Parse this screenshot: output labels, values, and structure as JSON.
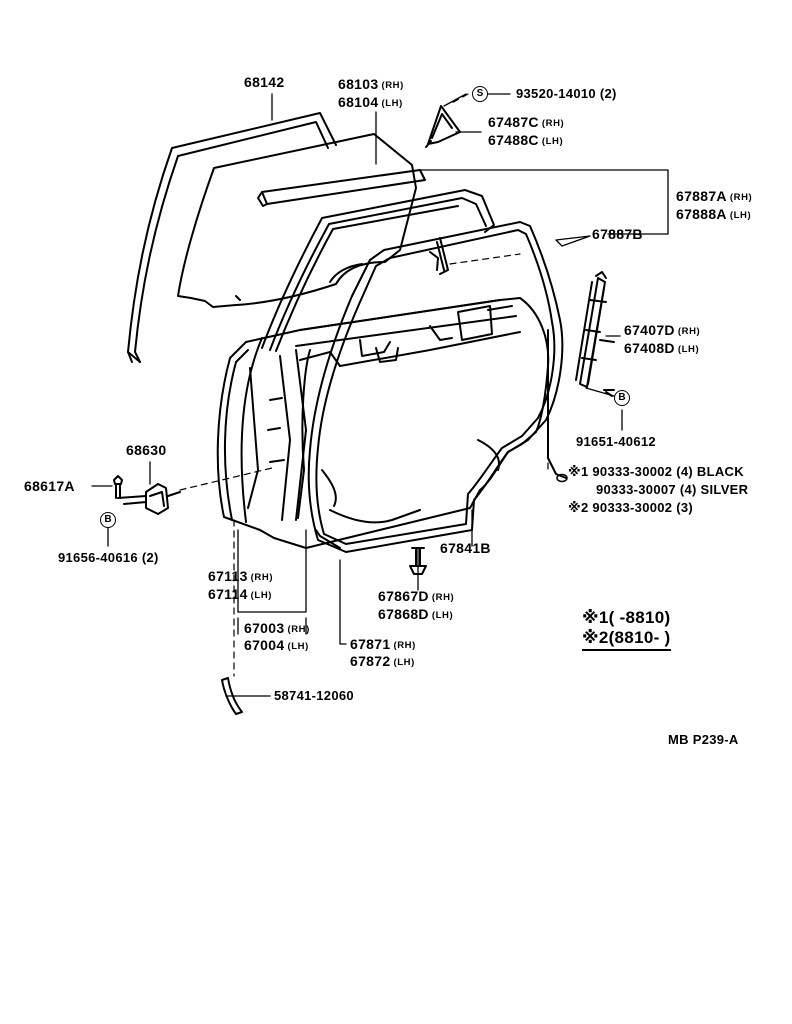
{
  "callouts": {
    "p68142": "68142",
    "p68103": "68103",
    "p68103_side": "(RH)",
    "p68104": "68104",
    "p68104_side": "(LH)",
    "s_mark": "S",
    "p93520": "93520-14010 (2)",
    "p67487C": "67487C",
    "p67487C_side": "(RH)",
    "p67488C": "67488C",
    "p67488C_side": "(LH)",
    "p67887A": "67887A",
    "p67887A_side": "(RH)",
    "p67888A": "67888A",
    "p67888A_side": "(LH)",
    "p67887B": "67887B",
    "p67407D": "67407D",
    "p67407D_side": "(RH)",
    "p67408D": "67408D",
    "p67408D_side": "(LH)",
    "b_mark": "B",
    "p91651": "91651-40612",
    "n1_mark": "※1",
    "n1_text": "90333-30002 (4) BLACK",
    "n1b_text": "90333-30007 (4) SILVER",
    "n2_mark": "※2",
    "n2_text": "90333-30002 (3)",
    "p68630": "68630",
    "p68617A": "68617A",
    "b_mark2": "B",
    "p91656": "91656-40616 (2)",
    "p67841B": "67841B",
    "p67113": "67113",
    "p67113_side": "(RH)",
    "p67114": "67114",
    "p67114_side": "(LH)",
    "p67003": "67003",
    "p67003_side": "(RH)",
    "p67004": "67004",
    "p67004_side": "(LH)",
    "p67867D": "67867D",
    "p67867D_side": "(RH)",
    "p67868D": "67868D",
    "p67868D_side": "(LH)",
    "p67871": "67871",
    "p67871_side": "(RH)",
    "p67872": "67872",
    "p67872_side": "(LH)",
    "p58741": "58741-12060"
  },
  "legend": {
    "row1_mark": "※1",
    "row1_range": "(         -8810)",
    "row2_mark": "※2",
    "row2_range": "(8810-         )"
  },
  "footer": {
    "code": "MB  P239-A"
  }
}
